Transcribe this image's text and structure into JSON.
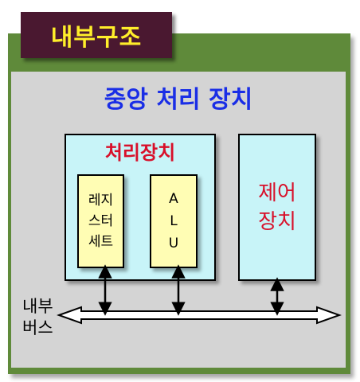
{
  "title": "내부구조",
  "cpu_label": "중앙 처리 장치",
  "processing_unit": {
    "label": "처리장치",
    "register_set": {
      "lines": [
        "레지",
        "스터",
        "세트"
      ]
    },
    "alu": {
      "lines": [
        "A",
        "L",
        "U"
      ]
    }
  },
  "control_unit": {
    "lines": [
      "제어",
      "장치"
    ]
  },
  "internal_bus": {
    "lines": [
      "내부",
      "버스"
    ]
  },
  "colors": {
    "outer_frame": "#5f8a3a",
    "inner_panel": "#d4d4d4",
    "title_bg": "#4a1830",
    "title_text": "#ffee2a",
    "cpu_text": "#1a2ee6",
    "unit_text": "#d8102a",
    "unit_fill": "#c8f4f8",
    "sub_unit_fill": "#fffdb4"
  }
}
